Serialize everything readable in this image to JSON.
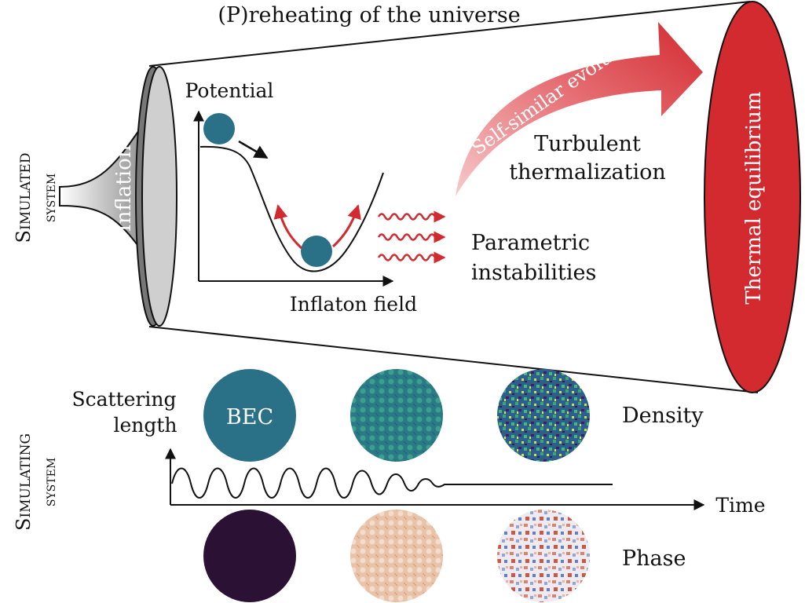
{
  "title": "(P)reheating of the universe",
  "sections": {
    "simulated": {
      "line1": "Simulated",
      "line2": "system"
    },
    "simulating": {
      "line1": "Simulating",
      "line2": "system"
    }
  },
  "stages": {
    "inflation": "Inflation",
    "thermal_equilibrium": "Thermal equilibrium",
    "self_similar": "Self-similar evolution",
    "turbulent_line1": "Turbulent",
    "turbulent_line2": "thermalization",
    "parametric_line1": "Parametric",
    "parametric_line2": "instabilities"
  },
  "potential_plot": {
    "ylabel": "Potential",
    "xlabel": "Inflaton field"
  },
  "simulating_panel": {
    "ylabel_line1": "Scattering",
    "ylabel_line2": "length",
    "xlabel": "Time",
    "bec_label": "BEC",
    "density_label": "Density",
    "phase_label": "Phase"
  },
  "colors": {
    "teal": "#2a7188",
    "red": "#d22a2f",
    "dark_purple": "#2b1134",
    "grey_funnel": "#a9a9a9"
  }
}
